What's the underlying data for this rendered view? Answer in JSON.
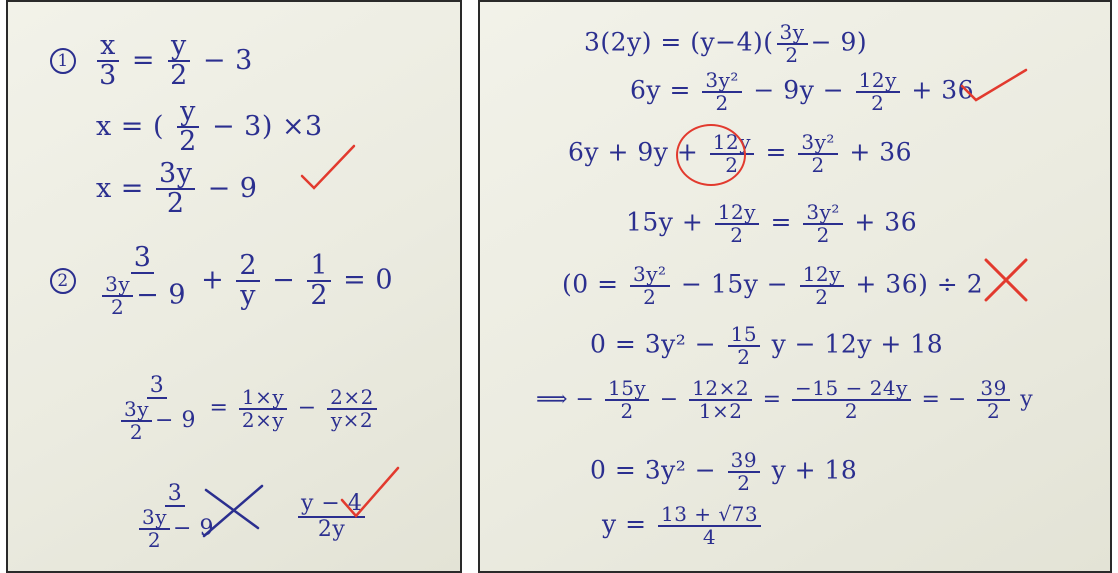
{
  "left": {
    "p1_num": "1",
    "p1_l1": {
      "a_n": "x",
      "a_d": "3",
      "eq": "=",
      "b_n": "y",
      "b_d": "2",
      "rest": "− 3"
    },
    "p1_l2": {
      "pre": "x = (",
      "f_n": "y",
      "f_d": "2",
      "post": "− 3) ×3"
    },
    "p1_l3": {
      "pre": "x =",
      "f_n": "3y",
      "f_d": "2",
      "post": "− 9"
    },
    "p2_num": "2",
    "p2_l1": {
      "top": "3",
      "b_n": "3y",
      "b_d": "2",
      "b_post": "− 9",
      "plus": "+",
      "c_n": "2",
      "c_d": "y",
      "minus": "−",
      "d_n": "1",
      "d_d": "2",
      "eq": "= 0"
    },
    "p2_l2": {
      "top": "3",
      "b_n": "3y",
      "b_d": "2",
      "b_post": "− 9",
      "eq": "=",
      "c_n": "1×y",
      "c_d": "2×y",
      "minus": "−",
      "e_n": "2×2",
      "e_d": "y×2"
    },
    "p2_l3": {
      "top": "3",
      "b_n": "3y",
      "b_d": "2",
      "b_post": "− 9",
      "r_n": "y − 4",
      "r_d": "2y"
    }
  },
  "right": {
    "l1": {
      "pre": "3(2y) = (y−4)(",
      "f_n": "3y",
      "f_d": "2",
      "post": "− 9)"
    },
    "l2": {
      "pre": "6y =",
      "a_n": "3y²",
      "a_d": "2",
      "mid": "− 9y −",
      "b_n": "12y",
      "b_d": "2",
      "post": "+ 36"
    },
    "l3": {
      "pre": "6y + 9y +",
      "a_n": "12y",
      "a_d": "2",
      "eq": "=",
      "b_n": "3y²",
      "b_d": "2",
      "post": "+ 36"
    },
    "l4": {
      "pre": "15y +",
      "a_n": "12y",
      "a_d": "2",
      "eq": "=",
      "b_n": "3y²",
      "b_d": "2",
      "post": "+ 36"
    },
    "l5": {
      "pre": "(0 =",
      "a_n": "3y²",
      "a_d": "2",
      "mid": "− 15y −",
      "b_n": "12y",
      "b_d": "2",
      "post": "+ 36) ÷ 2"
    },
    "l6": {
      "pre": "0 = 3y² −",
      "a_n": "15",
      "a_d": "2",
      "post": "y − 12y + 18"
    },
    "l7": {
      "pre": "⟹ −",
      "a_n": "15y",
      "a_d": "2",
      "mid": "−",
      "b_n": "12×2",
      "b_d": "1×2",
      "eq": "=",
      "c_n": "−15 − 24y",
      "c_d": "2",
      "eq2": "= −",
      "d_n": "39",
      "d_d": "2",
      "post": "y"
    },
    "l8": {
      "pre": "0 = 3y² −",
      "a_n": "39",
      "a_d": "2",
      "post": "y + 18"
    },
    "l9": {
      "pre": "y =",
      "a_n": "13 + √73",
      "a_d": "4"
    }
  },
  "colors": {
    "ink": "#2b2f8f",
    "red": "#e23a2e",
    "paper": "#efefe5"
  }
}
